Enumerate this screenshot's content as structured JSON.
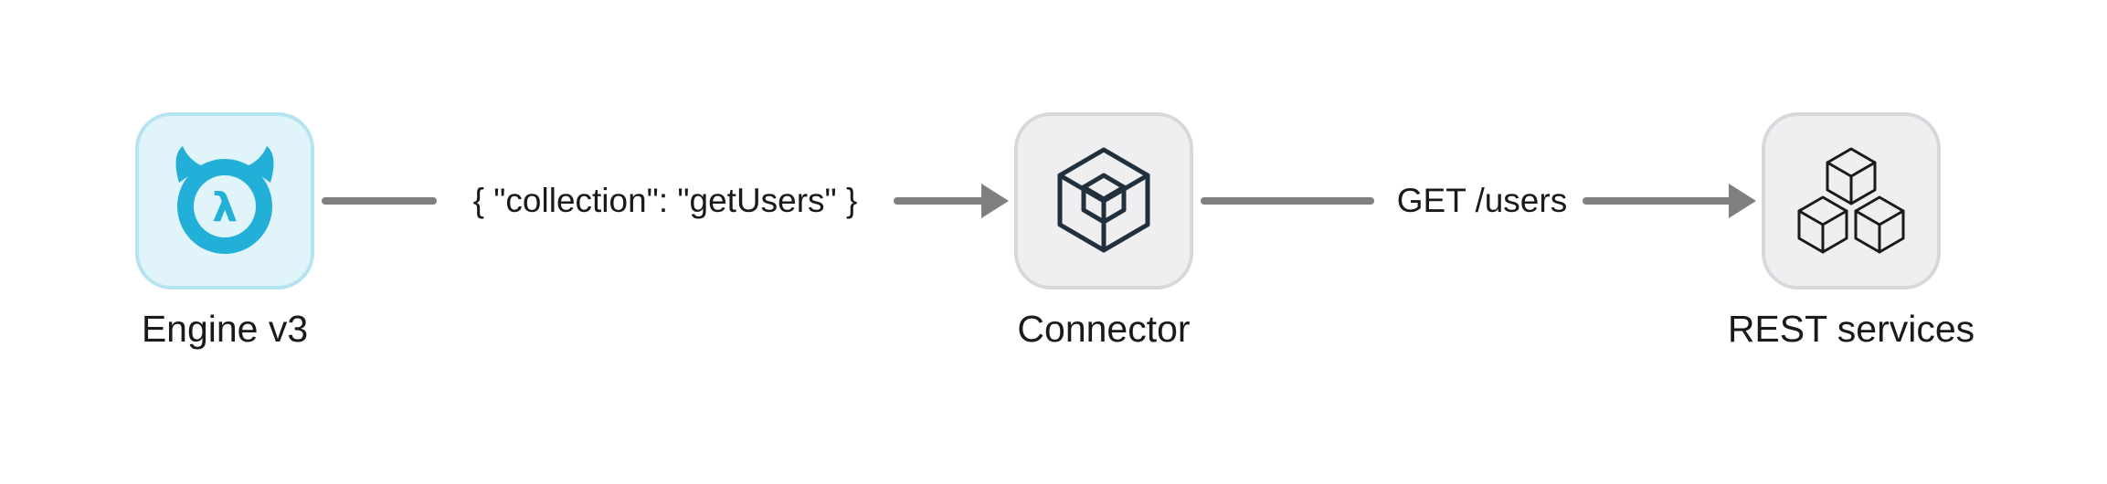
{
  "nodes": {
    "engine": {
      "label": "Engine v3",
      "icon": "hasura-lambda-icon",
      "accent": "#22b0d8",
      "fill": "#e0f4fa",
      "border": "#b5e3f0"
    },
    "connector": {
      "label": "Connector",
      "icon": "cube-in-cube-icon",
      "accent": "#22303e",
      "fill": "#efeff1",
      "border": "#d8d8dc"
    },
    "rest": {
      "label": "REST services",
      "icon": "three-cubes-icon",
      "accent": "#1a1a1a",
      "fill": "#efeff1",
      "border": "#d8d8dc"
    }
  },
  "edges": {
    "engine_to_connector": {
      "label": "{ \"collection\": \"getUsers\" }"
    },
    "connector_to_rest": {
      "label": "GET /users"
    }
  },
  "colors": {
    "arrow": "#808080"
  }
}
